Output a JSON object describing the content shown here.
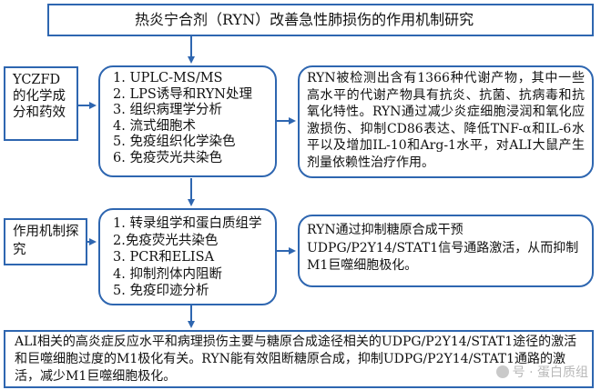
{
  "title": "热炎宁合剂（RYN）改善急性肺损伤的作用机制研究",
  "left_top": "YCZFD的化学成分和药效",
  "methods_top": [
    "1. UPLC-MS/MS",
    "2. LPS诱导和RYN处理",
    "3. 组织病理学分析",
    "4. 流式细胞术",
    "5. 免疫组织化学染色",
    "6. 免疫荧光共染色"
  ],
  "result_top": "RYN被检测出含有1366种代谢产物，其中一些高水平的代谢产物具有抗炎、抗菌、抗病毒和抗氧化特性。RYN通过减少炎症细胞浸润和氧化应激损伤、抑制CD86表达、降低TNF-α和IL-6水平以及增加IL-10和Arg-1水平，对ALI大鼠产生剂量依赖性治疗作用。",
  "left_mid": "作用机制探究",
  "methods_mid": [
    "1. 转录组学和蛋白质组学",
    "2.免疫荧光共染色",
    "3. PCR和ELISA",
    "4. 抑制剂体内阻断",
    "5. 免疫印迹分析"
  ],
  "result_mid": "RYN通过抑制糖原合成干预UDPG/P2Y14/STAT1信号通路激活，从而抑制M1巨噬细胞极化。",
  "conclusion": "ALI相关的高炎症反应水平和病理损伤主要与糖原合成途径相关的UDPG/P2Y14/STAT1途径的激活和巨噬细胞过度的M1极化有关。RYN能有效阻断糖原合成，抑制UDPG/P2Y14/STAT1通路的激活，减少M1巨噬细胞极化。",
  "watermark": "号 · 蛋白质组",
  "colors": {
    "border": "#2e66b0",
    "arrow": "#2e66b0"
  }
}
